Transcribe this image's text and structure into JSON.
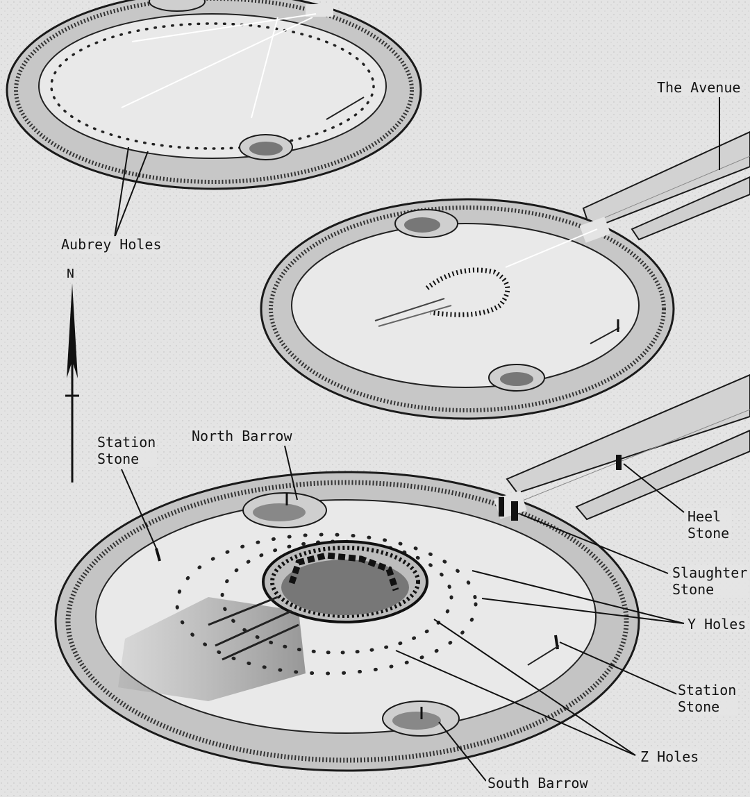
{
  "labels": {
    "the_avenue": "The Avenue",
    "aubrey_holes": "Aubrey Holes",
    "north": "N",
    "station_stone_left": "Station\nStone",
    "north_barrow": "North Barrow",
    "heel_stone": "Heel\nStone",
    "slaughter_stone": "Slaughter\nStone",
    "y_holes": "Y Holes",
    "station_stone_right": "Station\nStone",
    "z_holes": "Z Holes",
    "south_barrow": "South Barrow"
  },
  "colors": {
    "background": "#e4e4e4",
    "ink": "#141414",
    "bank_fill": "#cfcfcf",
    "interior": "#e9e9e9"
  }
}
